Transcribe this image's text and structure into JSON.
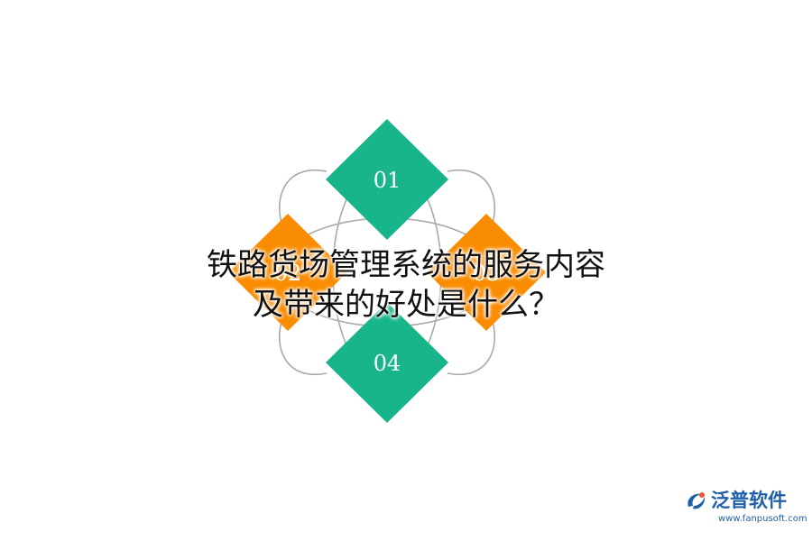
{
  "diagram": {
    "items": [
      {
        "number": "01",
        "color": "#18b58a"
      },
      {
        "number": "02",
        "color": "#f98c00"
      },
      {
        "number": "03",
        "color": "#f98c00"
      },
      {
        "number": "04",
        "color": "#18b58a"
      }
    ],
    "ring_color": "#aaaaaa"
  },
  "title": {
    "line1": "铁路货场管理系统的服务内容",
    "line2": "及带来的好处是什么？"
  },
  "logo": {
    "name": "泛普软件",
    "url": "www.fanpusoft.com",
    "color": "#1f5fa8",
    "accent_color": "#e8543a",
    "icon": "fanpu-logo-icon"
  }
}
